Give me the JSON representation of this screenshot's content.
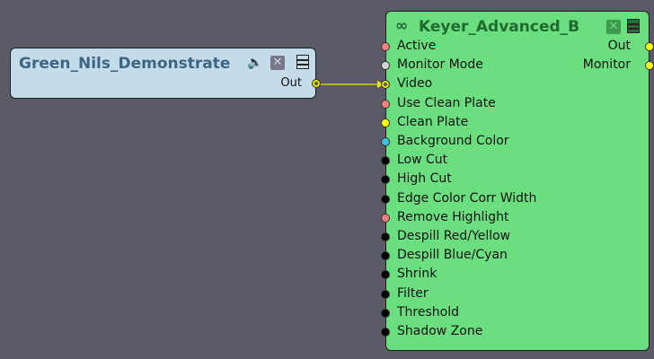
{
  "source_node": {
    "title": "Green_Nils_Demonstrate",
    "output": "Out",
    "icons": [
      "speaker-icon",
      "close-icon",
      "menu-icon"
    ]
  },
  "keyer_node": {
    "title": "Keyer_Advanced_B",
    "outputs": [
      "Out",
      "Monitor"
    ],
    "inputs": [
      {
        "label": "Active",
        "color": "#f08080"
      },
      {
        "label": "Monitor Mode",
        "color": "#d4d4d4"
      },
      {
        "label": "Video",
        "color": "#e6e600"
      },
      {
        "label": "Use Clean Plate",
        "color": "#f08080"
      },
      {
        "label": "Clean Plate",
        "color": "#ffff00"
      },
      {
        "label": "Background Color",
        "color": "#40c0e0"
      },
      {
        "label": "Low Cut",
        "color": "#000000"
      },
      {
        "label": "High Cut",
        "color": "#000000"
      },
      {
        "label": "Edge Color Corr Width",
        "color": "#000000"
      },
      {
        "label": "Remove Highlight",
        "color": "#f08080"
      },
      {
        "label": "Despill Red/Yellow",
        "color": "#000000"
      },
      {
        "label": "Despill Blue/Cyan",
        "color": "#000000"
      },
      {
        "label": "Shrink",
        "color": "#000000"
      },
      {
        "label": "Filter",
        "color": "#000000"
      },
      {
        "label": "Threshold",
        "color": "#000000"
      },
      {
        "label": "Shadow Zone",
        "color": "#000000"
      }
    ]
  }
}
